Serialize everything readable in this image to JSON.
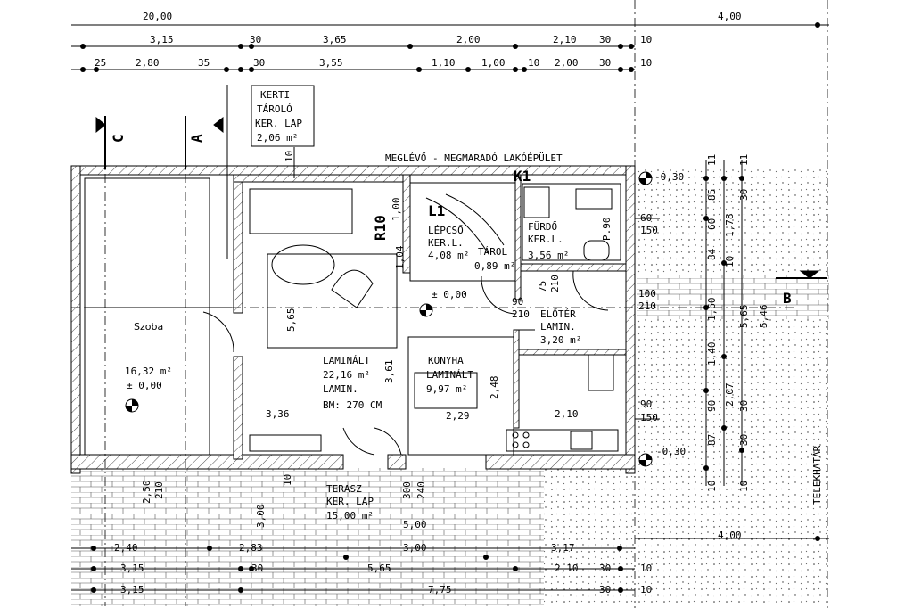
{
  "dims": {
    "top_total": "20,00",
    "top_right": "4,00",
    "row1": [
      "3,15",
      "30",
      "3,65",
      "2,00",
      "2,10",
      "30",
      "10"
    ],
    "row2": [
      "25",
      "2,80",
      "35",
      "30",
      "3,55",
      "1,10",
      "1,00",
      "10",
      "2,00",
      "30",
      "10"
    ],
    "bottom1": [
      "2,40",
      "2,83",
      "3,00",
      "3,17"
    ],
    "bottom2": [
      "3,15",
      "30",
      "5,65",
      "2,10",
      "30",
      "10"
    ],
    "bottom3": [
      "3,15",
      "7,75",
      "30",
      "10"
    ],
    "bottom_right": "4,00",
    "bottom_mid": "5,00",
    "right": [
      "11",
      "11",
      "85",
      "30",
      "60",
      "1,78",
      "84",
      "10",
      "1,60",
      "5,65",
      "5,46",
      "1,40",
      "2,07",
      "90",
      "30",
      "87",
      "30",
      "10",
      "10"
    ],
    "misc": [
      "1,00",
      "1,04",
      "5,65",
      "3,61",
      "2,48",
      "2,29",
      "2,10",
      "3,36",
      "90",
      "210",
      "75",
      "210",
      "P.90",
      "60",
      "150",
      "100",
      "210",
      "90",
      "150",
      "2,50",
      "210",
      "3,00",
      "300",
      "240",
      "10",
      "10"
    ]
  },
  "levels": {
    "upper": "-0,30",
    "lower": "-0,30",
    "ground": "± 0,00"
  },
  "section_markers": {
    "c": "C",
    "a": "A",
    "b": "B"
  },
  "building_title": "MEGLÉVŐ - MEGMARADÓ LAKÓÉPÜLET",
  "stair_tags": {
    "k1": "K1",
    "l1": "L1",
    "r10": "R10"
  },
  "callout": {
    "lines": [
      "KERTI",
      "TÁROLÓ",
      "KER. LAP",
      "2,06 m²"
    ]
  },
  "rooms": {
    "szoba": {
      "name": "Szoba",
      "area": "16,32 m²",
      "level": "± 0,00"
    },
    "nappali": {
      "name": "LAMINÁLT",
      "area": "22,16 m²",
      "floor": "LAMIN.",
      "height": "BM: 270 CM"
    },
    "lepcso": {
      "name": "LÉPCSŐ",
      "floor": "KER.L.",
      "area": "4,08 m²"
    },
    "tarolo": {
      "name": "TÁROL",
      "area": "0,89 m²"
    },
    "furdo": {
      "name": "FÜRDŐ",
      "floor": "KER.L.",
      "area": "3,56 m²"
    },
    "eloter": {
      "name": "ELŐTÉR",
      "floor": "LAMIN.",
      "area": "3,20 m²"
    },
    "konyha": {
      "name": "KONYHA",
      "floor": "LAMINÁLT",
      "area": "9,97 m²"
    },
    "terasz": {
      "name": "TERASZ",
      "floor": "KER. LAP",
      "area": "15,00 m²"
    }
  },
  "boundary": "TELEKHATÁR"
}
